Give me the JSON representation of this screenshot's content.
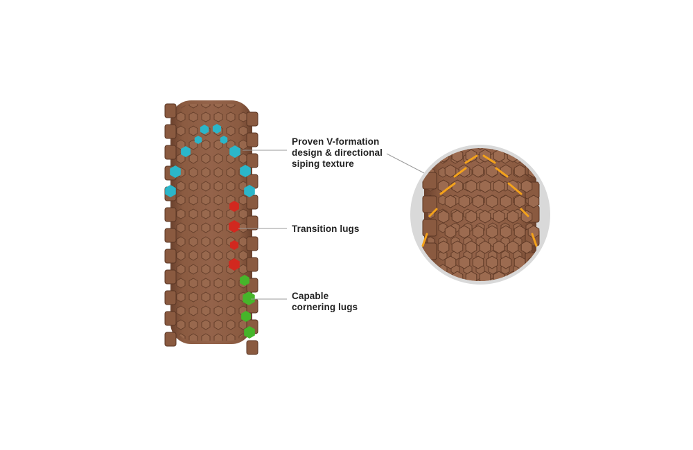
{
  "callouts": {
    "v_formation": {
      "line1": "Proven V-formation",
      "line2": "design & directional",
      "line3": "siping texture"
    },
    "transition": {
      "line1": "Transition lugs"
    },
    "cornering": {
      "line1": "Capable",
      "line2": "cornering lugs"
    }
  },
  "colors": {
    "tire": "#8a5a40",
    "tire_dark": "#6e4430",
    "v_formation": "#2bb6c9",
    "transition": "#d2281f",
    "cornering": "#46b52a",
    "siping": "#f3a21b",
    "zoom_circle": "#d8d8d8"
  }
}
